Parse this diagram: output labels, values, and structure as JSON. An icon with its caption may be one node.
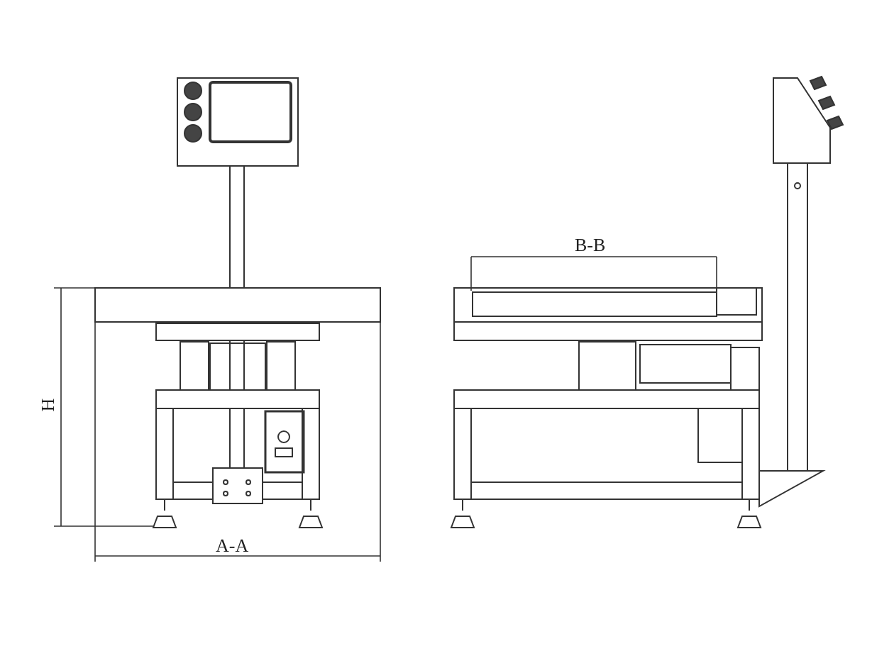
{
  "diagram": {
    "labels": [
      "B-B",
      "H",
      "A-A"
    ]
  }
}
